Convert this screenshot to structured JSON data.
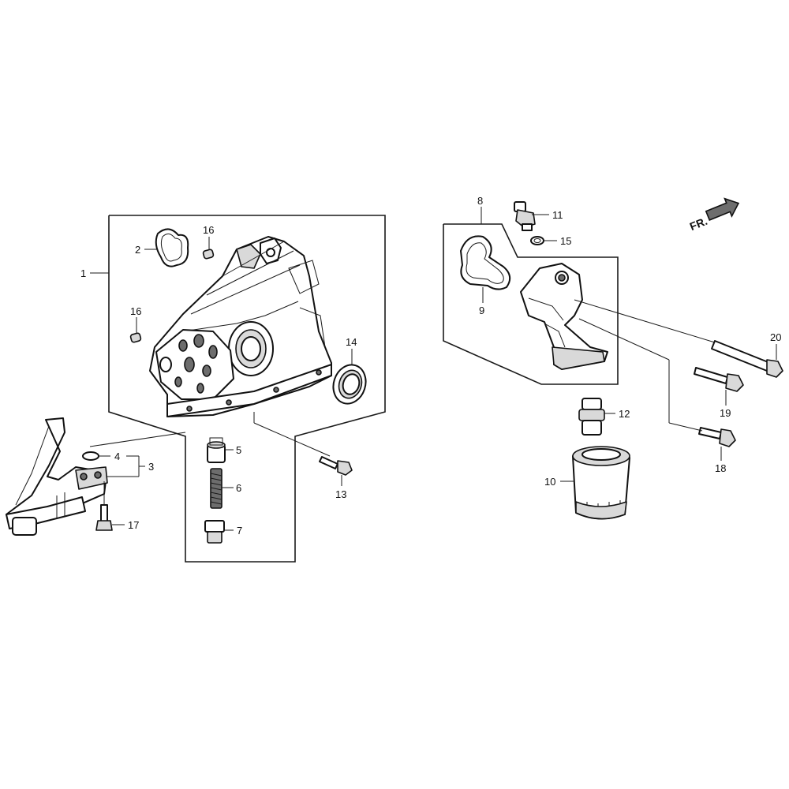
{
  "diagram": {
    "callouts": [
      {
        "id": "c1",
        "text": "1"
      },
      {
        "id": "c2",
        "text": "2"
      },
      {
        "id": "c3",
        "text": "3"
      },
      {
        "id": "c4",
        "text": "4"
      },
      {
        "id": "c5",
        "text": "5"
      },
      {
        "id": "c6",
        "text": "6"
      },
      {
        "id": "c7",
        "text": "7"
      },
      {
        "id": "c8",
        "text": "8"
      },
      {
        "id": "c9",
        "text": "9"
      },
      {
        "id": "c10",
        "text": "10"
      },
      {
        "id": "c11",
        "text": "11"
      },
      {
        "id": "c12",
        "text": "12"
      },
      {
        "id": "c13",
        "text": "13"
      },
      {
        "id": "c14",
        "text": "14"
      },
      {
        "id": "c15",
        "text": "15"
      },
      {
        "id": "c16a",
        "text": "16"
      },
      {
        "id": "c16b",
        "text": "16"
      },
      {
        "id": "c17",
        "text": "17"
      },
      {
        "id": "c18",
        "text": "18"
      },
      {
        "id": "c19",
        "text": "19"
      },
      {
        "id": "c20",
        "text": "20"
      }
    ],
    "front_indicator": "FR."
  }
}
